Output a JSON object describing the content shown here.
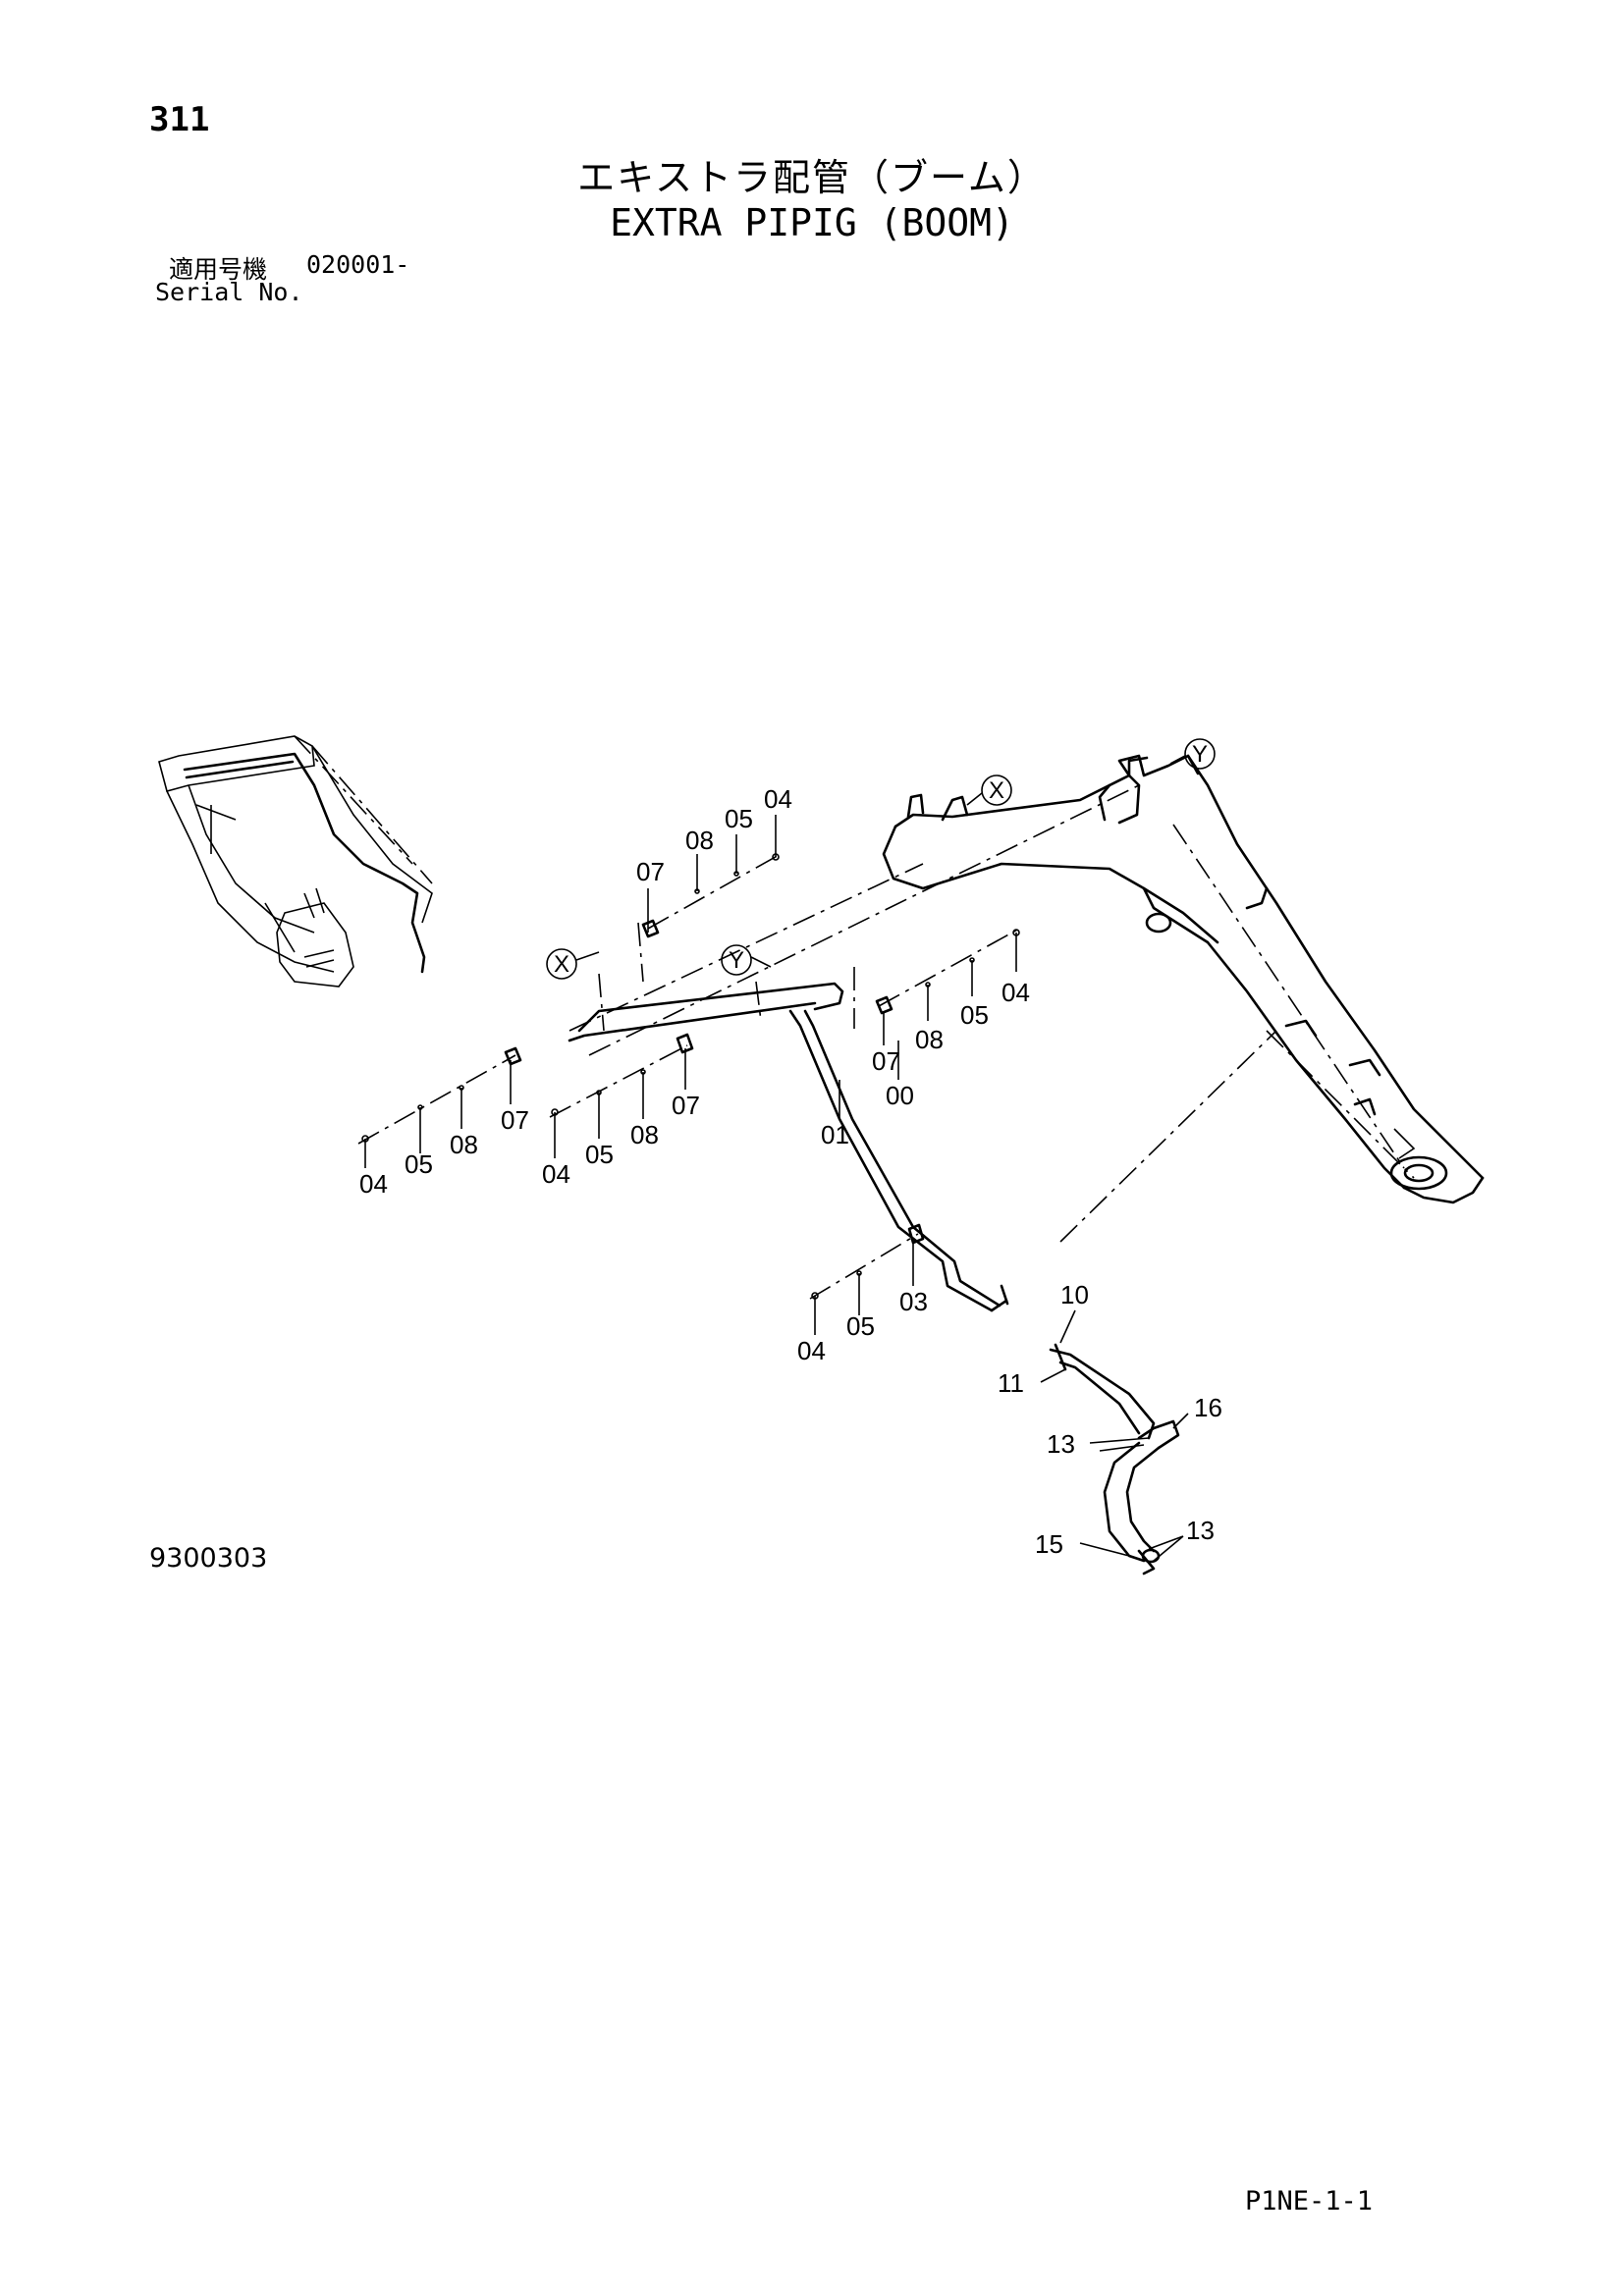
{
  "page_number": "311",
  "title_jp": "エキストラ配管（ブーム）",
  "title_en": "EXTRA PIPIG (BOOM)",
  "serial": {
    "label_jp": "適用号機",
    "value": "020001-",
    "label_en": "Serial No."
  },
  "drawing_number": "9300303",
  "page_ref": "P1NE-1-1",
  "view_markers": {
    "x": "X",
    "y": "Y"
  },
  "callouts": {
    "c00": "00",
    "c01": "01",
    "c03": "03",
    "c04a": "04",
    "c05a": "05",
    "c08a": "08",
    "c07a": "07",
    "c04b": "04",
    "c05b": "05",
    "c08b": "08",
    "c07b": "07",
    "c04c": "04",
    "c05c": "05",
    "c08c": "08",
    "c07c": "07",
    "c04d": "04",
    "c05d": "05",
    "c08d": "08",
    "c07d": "07",
    "c04e": "04",
    "c05e": "05",
    "c10": "10",
    "c11": "11",
    "c13a": "13",
    "c13b": "13",
    "c15": "15",
    "c16": "16"
  }
}
